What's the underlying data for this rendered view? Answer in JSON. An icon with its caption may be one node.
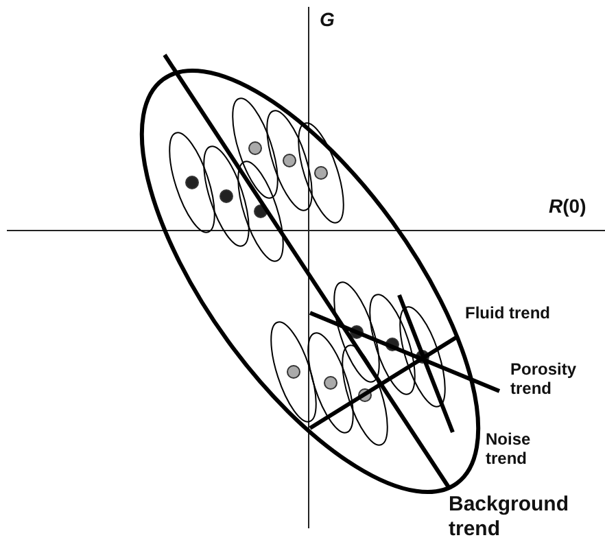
{
  "diagram": {
    "labels": [
      "G",
      "*R*(0)",
      "Fluid trend",
      "Porosity trend",
      "Noise trend",
      "Background trend"
    ]
  }
}
